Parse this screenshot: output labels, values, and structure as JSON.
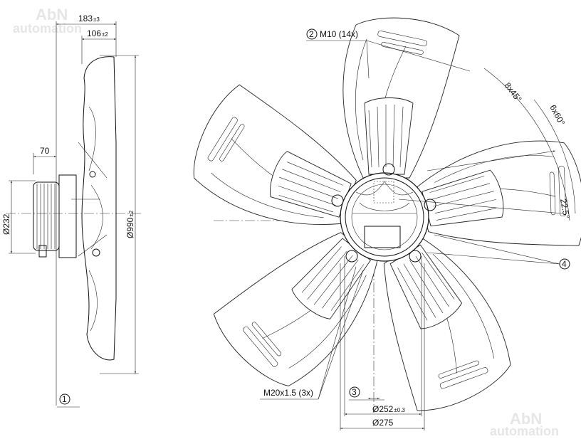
{
  "watermark": {
    "line1": "AbN",
    "line2": "automation"
  },
  "side_view": {
    "dim_total_depth": "183",
    "dim_total_depth_tol": "±3",
    "dim_blade_depth": "106",
    "dim_blade_depth_tol": "±2",
    "dim_motor": "70",
    "dim_motor_diameter": "Ø232",
    "dim_fan_diameter": "Ø990",
    "dim_fan_diameter_tol": "±2",
    "callout_1": "1"
  },
  "front_view": {
    "callout_2": "2",
    "mounting_screws": "M10 (14x)",
    "angle_8x45": "8x45°",
    "angle_6x60": "6x60°",
    "angle_22_5": "22.5°",
    "callout_4": "4",
    "cable_gland": "M20x1.5 (3x)",
    "callout_3": "3",
    "dim_bolt_circle": "Ø252",
    "dim_bolt_circle_tol": "±0.3",
    "dim_hub_diameter": "Ø275"
  }
}
